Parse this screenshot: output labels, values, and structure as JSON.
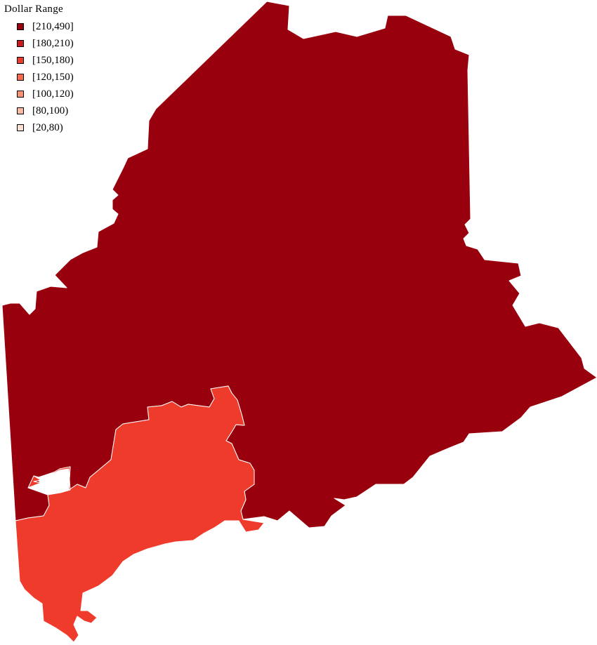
{
  "legend": {
    "title": "Dollar Range",
    "items": [
      {
        "label": "[210,490]",
        "color": "#99000d"
      },
      {
        "label": "[180,210)",
        "color": "#cb181d"
      },
      {
        "label": "[150,180)",
        "color": "#ef3b2c"
      },
      {
        "label": "[120,150)",
        "color": "#fb6a4a"
      },
      {
        "label": "[100,120)",
        "color": "#fc9272"
      },
      {
        "label": "[80,100)",
        "color": "#fcbba1"
      },
      {
        "label": "[20,80)",
        "color": "#fee0d2"
      }
    ]
  },
  "regions": [
    {
      "id": "northern",
      "range": "[210,490]",
      "color": "#99000d"
    },
    {
      "id": "southern",
      "range": "[150,180)",
      "color": "#ef3b2c"
    }
  ]
}
